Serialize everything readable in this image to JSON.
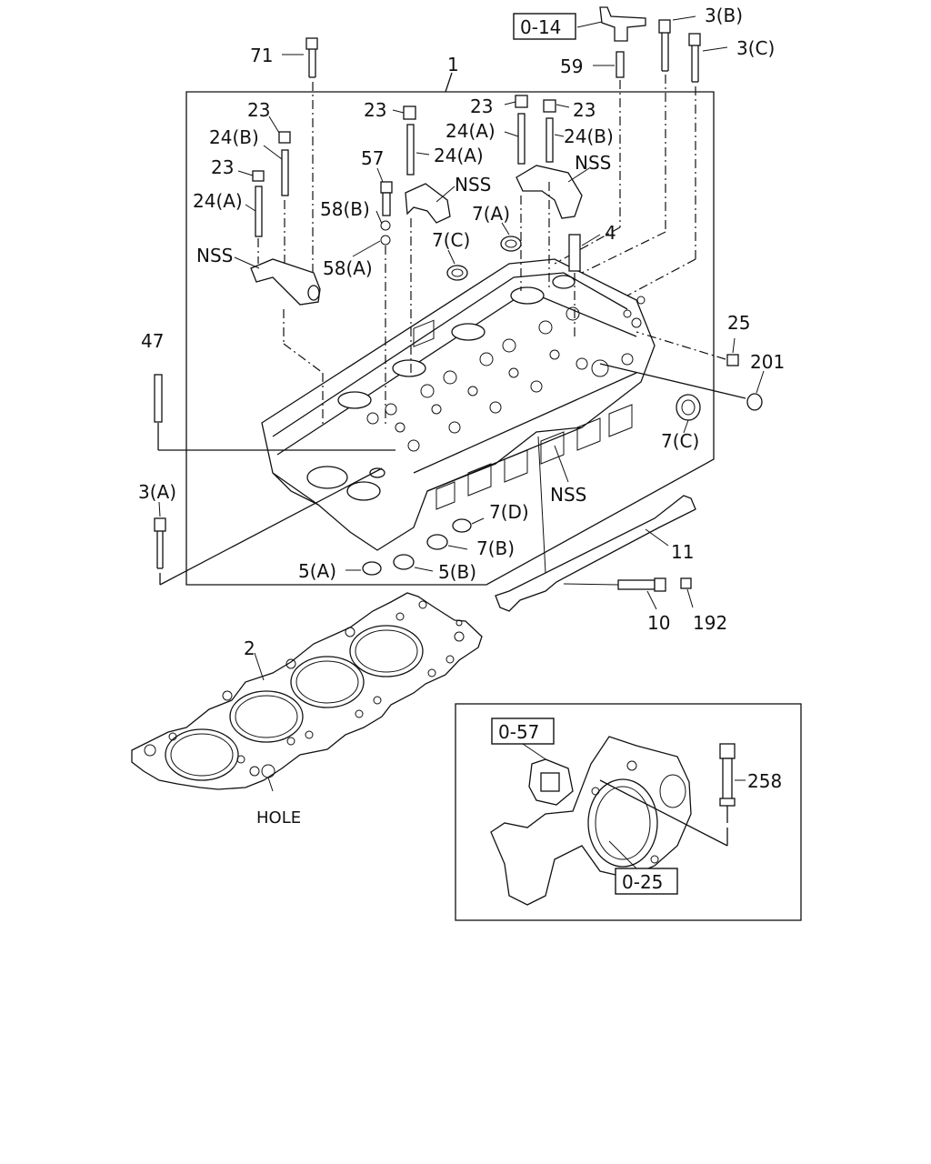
{
  "callouts": {
    "c_0_14": "0-14",
    "c_0_57": "0-57",
    "c_0_25": "0-25",
    "p3b": "3(B)",
    "p3c": "3(C)",
    "p3a": "3(A)",
    "p59": "59",
    "p71": "71",
    "p1": "1",
    "p23_a": "23",
    "p23_b": "23",
    "p23_c": "23",
    "p23_d": "23",
    "p23_e": "23",
    "p24a_a": "24(A)",
    "p24a_b": "24(A)",
    "p24a_c": "24(A)",
    "p24b_a": "24(B)",
    "p24b_b": "24(B)",
    "p57": "57",
    "p58b": "58(B)",
    "p58a": "58(A)",
    "nss_a": "NSS",
    "nss_b": "NSS",
    "nss_c": "NSS",
    "nss_d": "NSS",
    "p7a": "7(A)",
    "p7c_a": "7(C)",
    "p7c_b": "7(C)",
    "p7d": "7(D)",
    "p7b": "7(B)",
    "p4": "4",
    "p25": "25",
    "p201": "201",
    "p47": "47",
    "p5a": "5(A)",
    "p5b": "5(B)",
    "p11": "11",
    "p10": "10",
    "p192": "192",
    "p2": "2",
    "hole": "HOLE",
    "p258": "258"
  }
}
